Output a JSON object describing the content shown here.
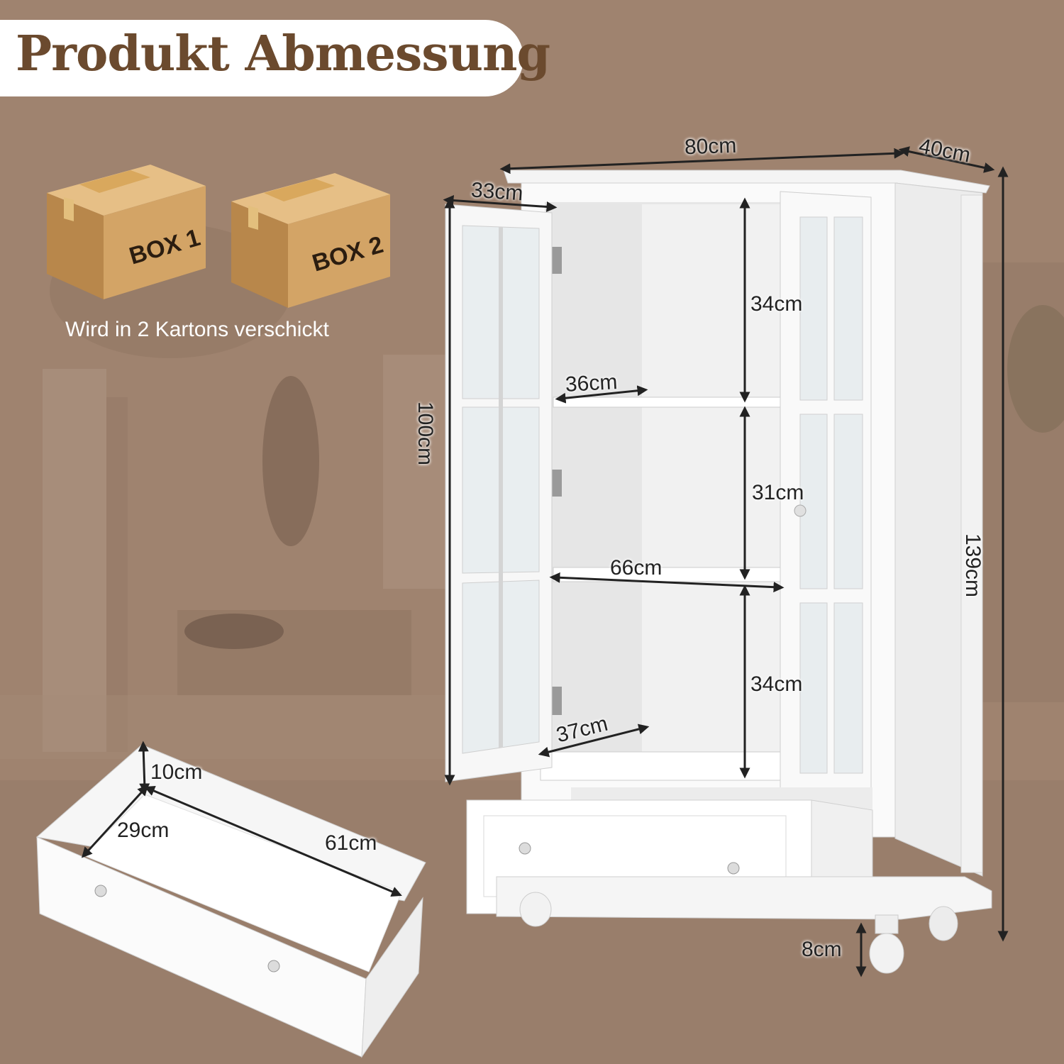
{
  "title": "Produkt Abmessung",
  "shipping_note": "Wird in 2 Kartons verschickt",
  "boxes": [
    {
      "label": "BOX 1"
    },
    {
      "label": "BOX 2"
    }
  ],
  "dimensions": {
    "width": "80cm",
    "depth": "40cm",
    "height": "139cm",
    "door_width": "33cm",
    "door_height": "100cm",
    "shelf_top": "34cm",
    "shelf_depth": "36cm",
    "shelf_middle": "31cm",
    "inner_width": "66cm",
    "shelf_bottom": "34cm",
    "bottom_depth": "37cm",
    "leg_height": "8cm",
    "drawer_height": "10cm",
    "drawer_depth": "29cm",
    "drawer_width": "61cm"
  },
  "colors": {
    "background": "#9a7f6b",
    "title_text": "#6b4a2e",
    "furniture": "#ffffff",
    "box": "#c79a5d"
  }
}
